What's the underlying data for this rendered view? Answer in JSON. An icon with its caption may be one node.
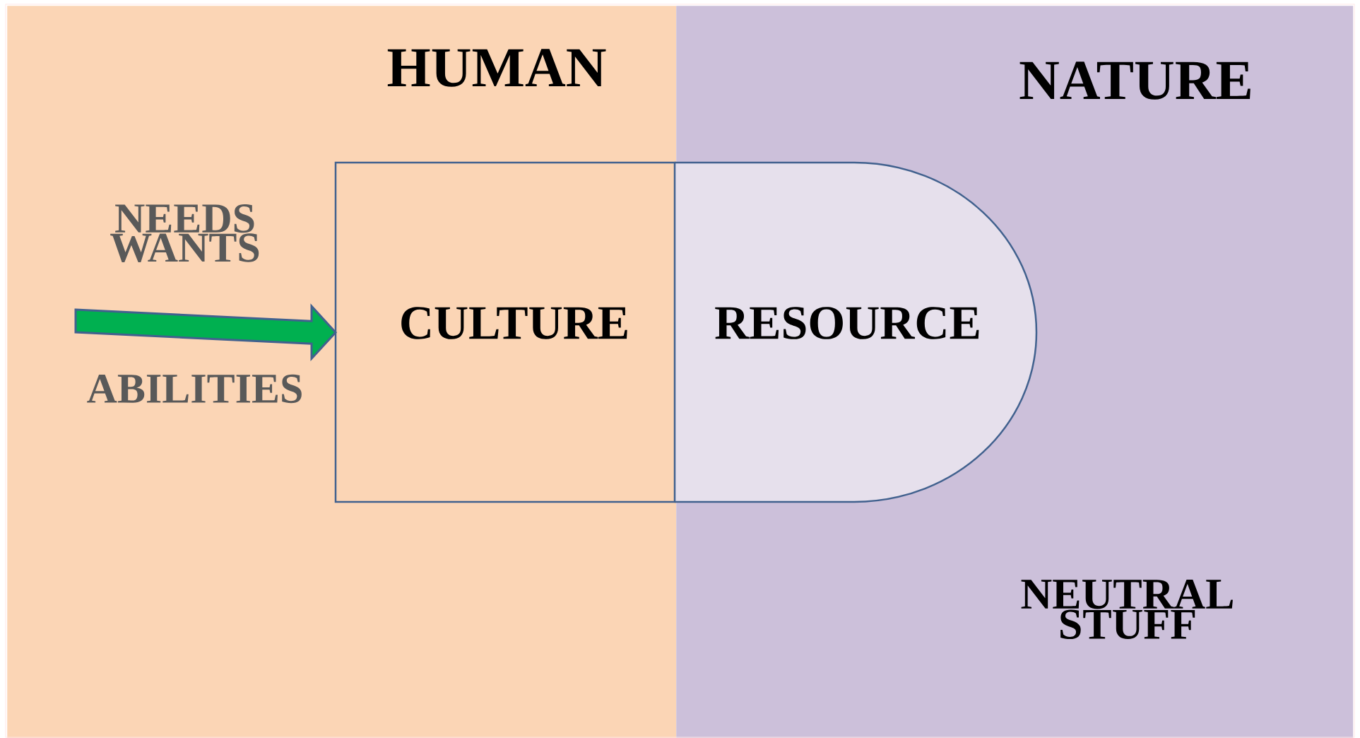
{
  "diagram": {
    "nodes": [
      {
        "text": [
          "HUMAN"
        ]
      },
      {
        "text": [
          "NATURE"
        ]
      },
      {
        "text": [
          "CULTURE"
        ],
        "in": 0
      },
      {
        "text": [
          "RESOURCE"
        ],
        "in": 1
      }
    ],
    "edges": [
      {
        "from": null,
        "to": 2,
        "arrow": "to",
        "style": "thick",
        "color": "#00b050"
      }
    ],
    "labels": [
      "NEEDS WANTS",
      "ABILITIES",
      "NEUTRAL STUFF"
    ]
  }
}
